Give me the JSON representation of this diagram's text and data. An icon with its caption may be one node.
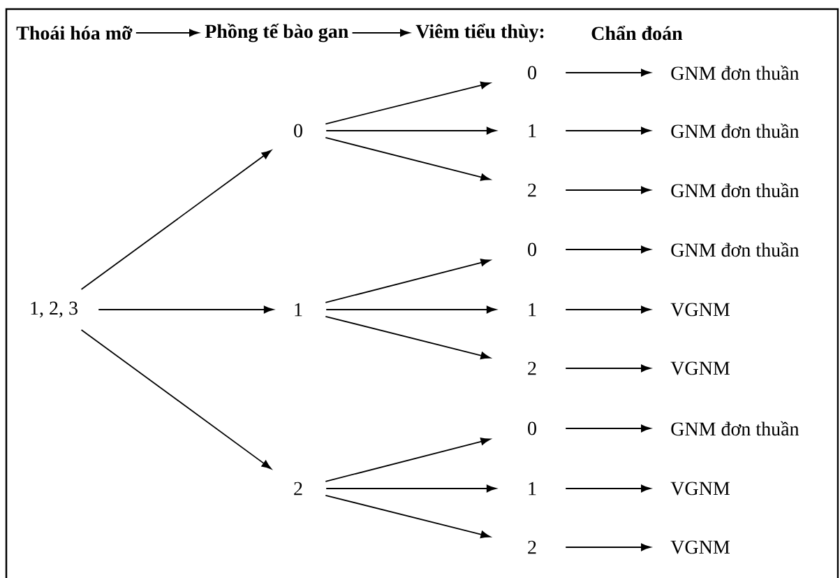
{
  "diagram": {
    "nodes": [
      {
        "text": [
          "Thoái hóa mỡ"
        ]
      },
      {
        "text": [
          "Phồng tế bào gan"
        ]
      },
      {
        "text": [
          "Viêm tiểu thùy:"
        ]
      },
      {
        "text": [
          "Chẩn đoán"
        ]
      },
      {
        "text": [
          "1, 2, 3"
        ]
      },
      {
        "text": [
          "0"
        ]
      },
      {
        "text": [
          "1"
        ]
      },
      {
        "text": [
          "2"
        ]
      },
      {
        "text": [
          "0"
        ]
      },
      {
        "text": [
          "1"
        ]
      },
      {
        "text": [
          "2"
        ]
      },
      {
        "text": [
          "0"
        ]
      },
      {
        "text": [
          "1"
        ]
      },
      {
        "text": [
          "2"
        ]
      },
      {
        "text": [
          "0"
        ]
      },
      {
        "text": [
          "1"
        ]
      },
      {
        "text": [
          "2"
        ]
      },
      {
        "text": [
          "GNM đơn thuần"
        ]
      },
      {
        "text": [
          "GNM đơn thuần"
        ]
      },
      {
        "text": [
          "GNM đơn thuần"
        ]
      },
      {
        "text": [
          "GNM đơn thuần"
        ]
      },
      {
        "text": [
          "VGNM"
        ]
      },
      {
        "text": [
          "VGNM"
        ]
      },
      {
        "text": [
          "GNM đơn thuần"
        ]
      },
      {
        "text": [
          "VGNM"
        ]
      },
      {
        "text": [
          "VGNM"
        ]
      }
    ],
    "edges": [
      {
        "from": 0,
        "to": 1,
        "arrow": "to"
      },
      {
        "from": 1,
        "to": 2,
        "arrow": "to"
      },
      {
        "from": 4,
        "to": 5,
        "arrow": "to"
      },
      {
        "from": 4,
        "to": 6,
        "arrow": "to"
      },
      {
        "from": 4,
        "to": 7,
        "arrow": "to"
      },
      {
        "from": 5,
        "to": 8,
        "arrow": "to"
      },
      {
        "from": 5,
        "to": 9,
        "arrow": "to"
      },
      {
        "from": 5,
        "to": 10,
        "arrow": "to"
      },
      {
        "from": 6,
        "to": 11,
        "arrow": "to"
      },
      {
        "from": 6,
        "to": 12,
        "arrow": "to"
      },
      {
        "from": 6,
        "to": 13,
        "arrow": "to"
      },
      {
        "from": 7,
        "to": 14,
        "arrow": "to"
      },
      {
        "from": 7,
        "to": 15,
        "arrow": "to"
      },
      {
        "from": 7,
        "to": 16,
        "arrow": "to"
      },
      {
        "from": 8,
        "to": 17,
        "arrow": "to"
      },
      {
        "from": 9,
        "to": 18,
        "arrow": "to"
      },
      {
        "from": 10,
        "to": 19,
        "arrow": "to"
      },
      {
        "from": 11,
        "to": 20,
        "arrow": "to"
      },
      {
        "from": 12,
        "to": 21,
        "arrow": "to"
      },
      {
        "from": 13,
        "to": 22,
        "arrow": "to"
      },
      {
        "from": 14,
        "to": 23,
        "arrow": "to"
      },
      {
        "from": 15,
        "to": 24,
        "arrow": "to"
      },
      {
        "from": 16,
        "to": 25,
        "arrow": "to"
      }
    ]
  }
}
